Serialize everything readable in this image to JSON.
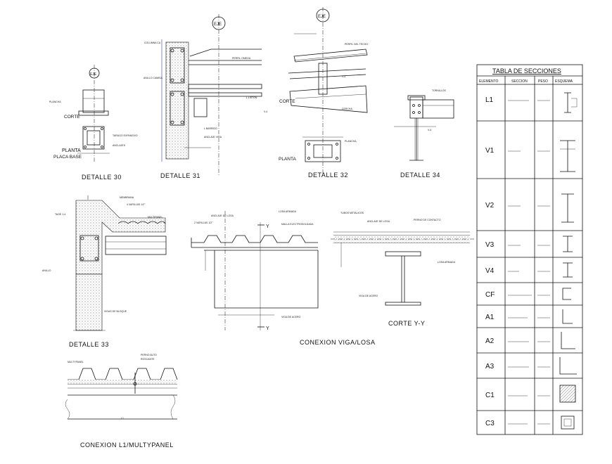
{
  "details": {
    "d30": {
      "title": "DETALLE 30",
      "corte": "CORTE",
      "planta": "PLANTA",
      "placa": "PLACA BASE",
      "eje": "EJE"
    },
    "d31": {
      "title": "DETALLE 31",
      "eje": "EJE"
    },
    "d32": {
      "title": "DETALLE 32",
      "corte": "CORTE",
      "planta": "PLANTA",
      "eje": "EJE"
    },
    "d34": {
      "title": "DETALLE 34"
    },
    "d33": {
      "title": "DETALLE 33"
    },
    "viga_losa": {
      "title": "CONEXION VIGA/LOSA",
      "section_mark": "Y"
    },
    "corte_yy": {
      "title": "CORTE Y-Y"
    },
    "l1_multypanel": {
      "title": "CONEXION L1/MULTYPANEL"
    }
  },
  "table": {
    "title": "TABLA DE SECCIONES",
    "headers": [
      "ELEMENTO",
      "SECCION",
      "PESO",
      "ESQUEMA"
    ],
    "rows": [
      {
        "elemento": "L1"
      },
      {
        "elemento": "V1"
      },
      {
        "elemento": "V2"
      },
      {
        "elemento": "V3"
      },
      {
        "elemento": "V4"
      },
      {
        "elemento": "CF"
      },
      {
        "elemento": "A1"
      },
      {
        "elemento": "A2"
      },
      {
        "elemento": "A3"
      },
      {
        "elemento": "C1"
      },
      {
        "elemento": "C3"
      }
    ]
  }
}
